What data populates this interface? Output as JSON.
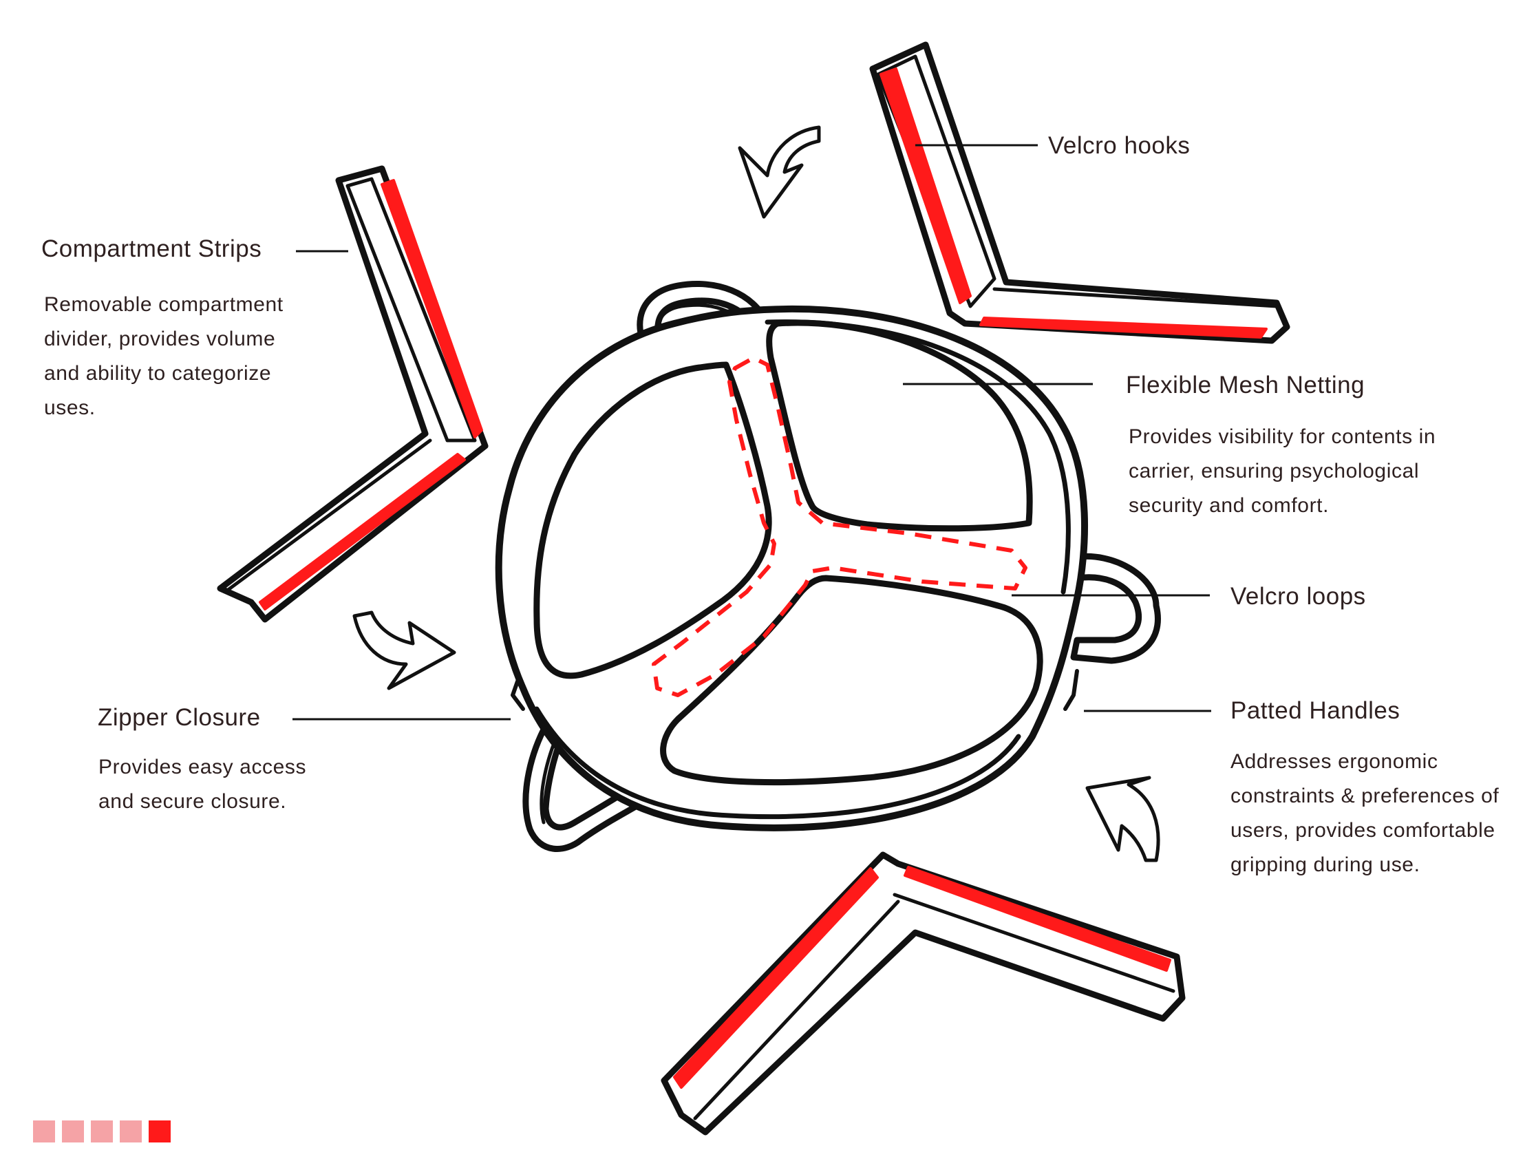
{
  "callouts": {
    "compartment_strips": {
      "title": "Compartment Strips",
      "description": "Removable compartment divider, provides volume and ability to categorize uses."
    },
    "velcro_hooks": {
      "title": "Velcro hooks"
    },
    "flexible_mesh": {
      "title": "Flexible Mesh Netting",
      "description": "Provides visibility for contents in carrier, ensuring psychological security and comfort."
    },
    "velcro_loops": {
      "title": "Velcro loops"
    },
    "zipper_closure": {
      "title": "Zipper Closure",
      "description": "Provides easy access and secure closure."
    },
    "patted_handles": {
      "title": "Patted Handles",
      "description": "Addresses ergonomic constraints & preferences of users, provides comfortable gripping during use."
    }
  },
  "colors": {
    "accent": "#ff1a1a",
    "line": "#111111",
    "pager_inactive": "#f5a3a6"
  },
  "pager": {
    "count": 5,
    "active_index": 4
  }
}
